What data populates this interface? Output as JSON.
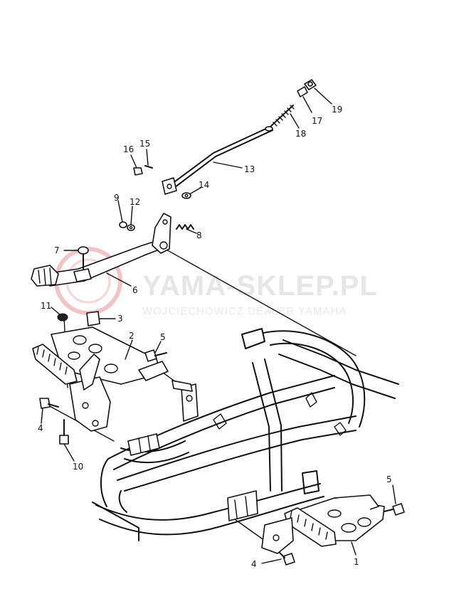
{
  "watermark": {
    "title": "YAMA-SKLEP.PL",
    "subtitle": "WOJCIECHOWICZ DEALER YAMAHA"
  },
  "callouts": [
    {
      "id": "c1",
      "label": "1"
    },
    {
      "id": "c2",
      "label": "2"
    },
    {
      "id": "c3",
      "label": "3"
    },
    {
      "id": "c4a",
      "label": "4"
    },
    {
      "id": "c4b",
      "label": "4"
    },
    {
      "id": "c5a",
      "label": "5"
    },
    {
      "id": "c5b",
      "label": "5"
    },
    {
      "id": "c6",
      "label": "6"
    },
    {
      "id": "c7",
      "label": "7"
    },
    {
      "id": "c8",
      "label": "8"
    },
    {
      "id": "c9",
      "label": "9"
    },
    {
      "id": "c10",
      "label": "10"
    },
    {
      "id": "c11",
      "label": "11"
    },
    {
      "id": "c12",
      "label": "12"
    },
    {
      "id": "c13",
      "label": "13"
    },
    {
      "id": "c14",
      "label": "14"
    },
    {
      "id": "c15",
      "label": "15"
    },
    {
      "id": "c16",
      "label": "16"
    },
    {
      "id": "c17",
      "label": "17"
    },
    {
      "id": "c18",
      "label": "18"
    },
    {
      "id": "c19",
      "label": "19"
    }
  ],
  "colors": {
    "ink": "#111111",
    "watermark": "#e6e6e6",
    "logo": "#f3c4c4"
  }
}
